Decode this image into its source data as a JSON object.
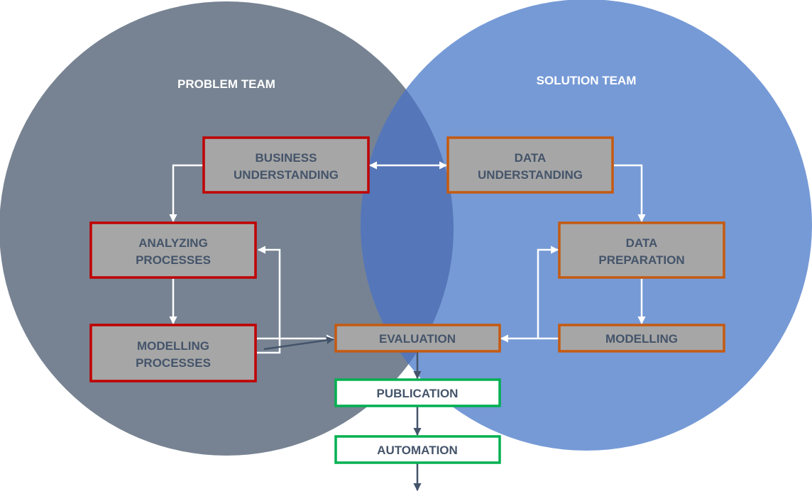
{
  "teams": {
    "problem": {
      "label": "PROBLEM TEAM",
      "color": "#6b7889"
    },
    "solution": {
      "label": "SOLUTION TEAM",
      "color": "#6a91d3"
    },
    "overlap_color": "#5576b8"
  },
  "boxes": {
    "business_understanding": {
      "line1": "BUSINESS",
      "line2": "UNDERSTANDING"
    },
    "data_understanding": {
      "line1": "DATA",
      "line2": "UNDERSTANDING"
    },
    "analyzing_processes": {
      "line1": "ANALYZING",
      "line2": "PROCESSES"
    },
    "data_preparation": {
      "line1": "DATA",
      "line2": "PREPARATION"
    },
    "modelling_processes": {
      "line1": "MODELLING",
      "line2": "PROCESSES"
    },
    "evaluation": {
      "label": "EVALUATION"
    },
    "modelling": {
      "label": "MODELLING"
    },
    "publication": {
      "label": "PUBLICATION"
    },
    "automation": {
      "label": "AUTOMATION"
    }
  },
  "colors": {
    "box_fill": "#a6a6a6",
    "problem_border": "#c00000",
    "solution_border": "#c55a11",
    "deploy_border": "#00b050",
    "deploy_fill": "#ffffff",
    "text": "#44546a",
    "arrow_white": "#ffffff",
    "arrow_dark": "#44546a"
  }
}
